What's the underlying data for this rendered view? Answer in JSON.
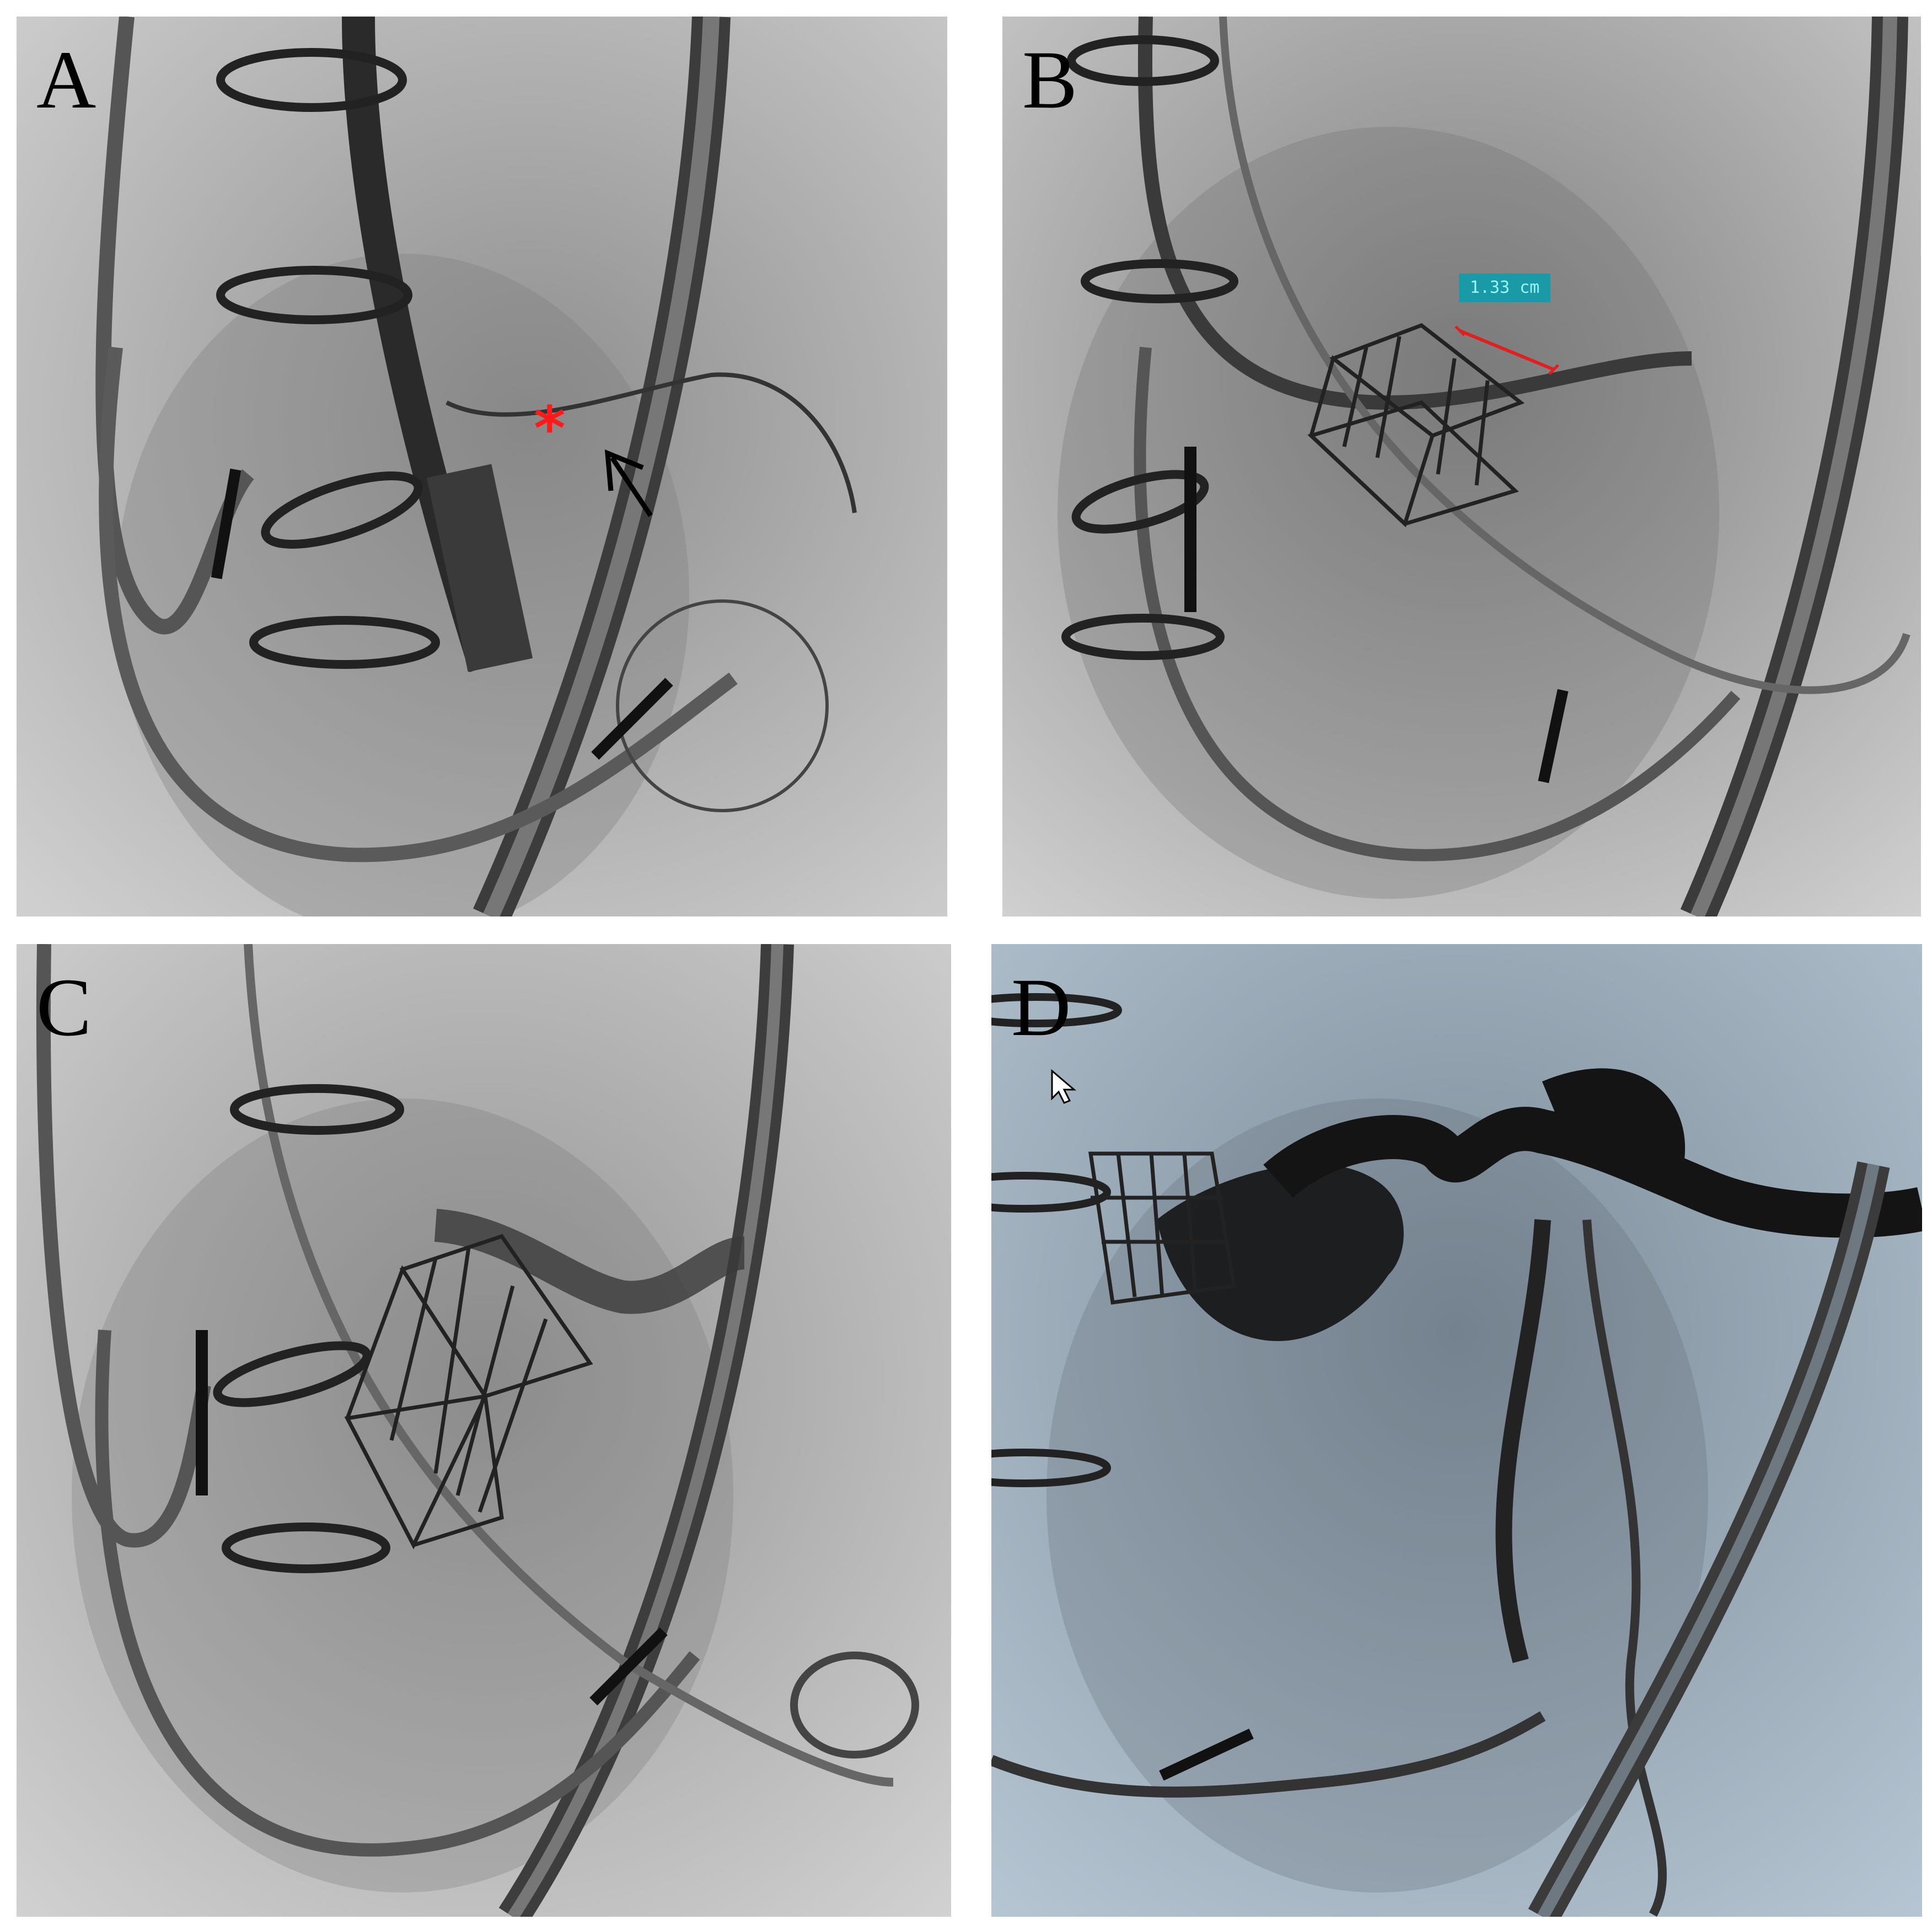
{
  "panels": [
    {
      "label": "A",
      "annotation": "*",
      "arrow": "arrow-icon"
    },
    {
      "label": "B",
      "measurement": "1.33 cm"
    },
    {
      "label": "C"
    },
    {
      "label": "D",
      "cursor": "cursor-icon"
    }
  ],
  "colors": {
    "fluoro_bg": "#a9a9a9",
    "device": "#2a2a2a",
    "measure_line": "#e01f1f",
    "measure_box": "#1a9aa6",
    "panel_d_tint": "#9fb3c4"
  }
}
